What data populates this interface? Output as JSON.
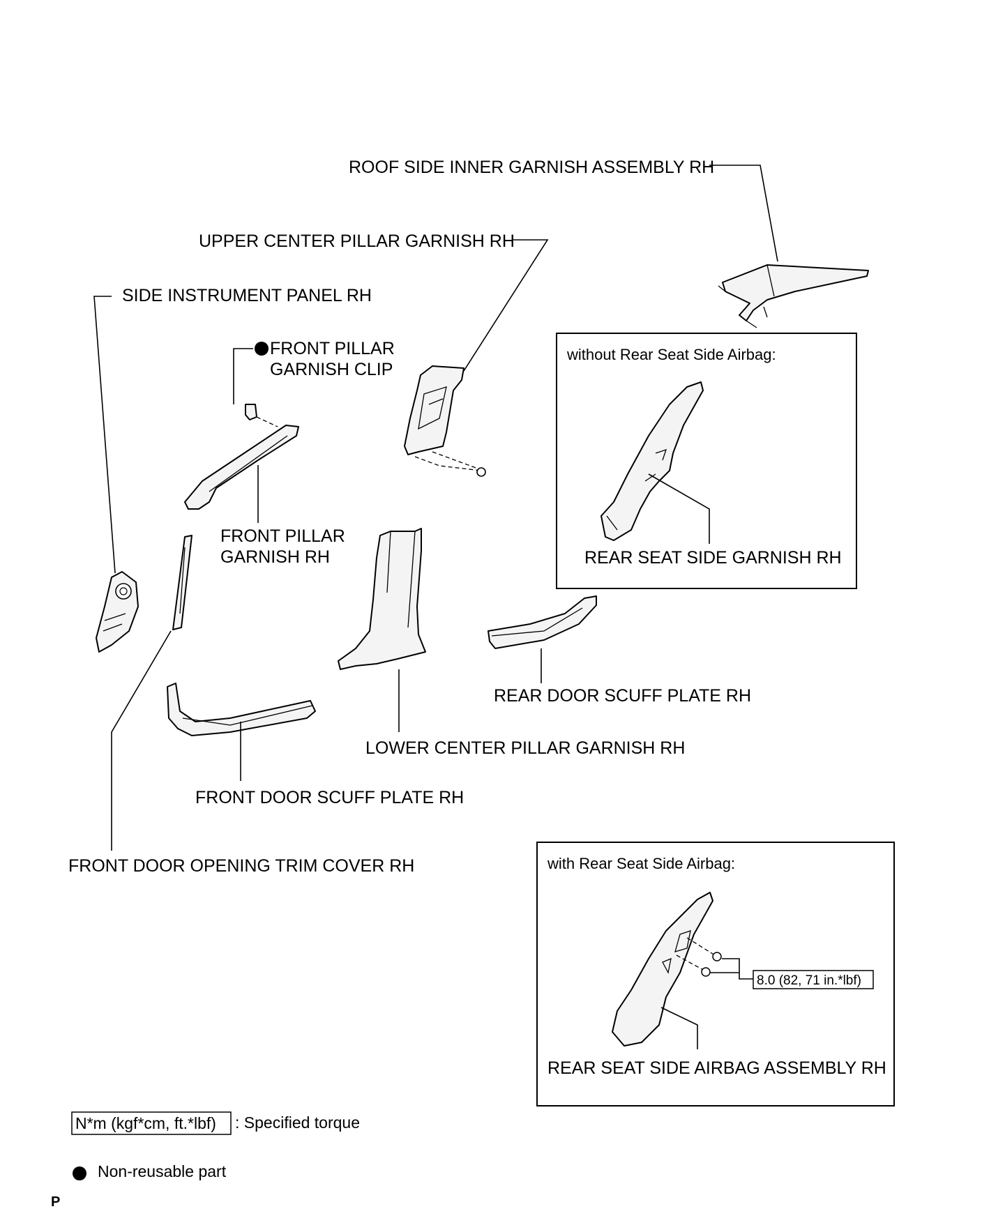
{
  "labels": {
    "roof_side_inner_garnish": "ROOF SIDE INNER GARNISH ASSEMBLY RH",
    "upper_center_pillar_garnish": "UPPER CENTER PILLAR GARNISH RH",
    "side_instrument_panel": "SIDE INSTRUMENT PANEL RH",
    "front_pillar_garnish_clip_line1": "FRONT PILLAR",
    "front_pillar_garnish_clip_line2": "GARNISH CLIP",
    "front_pillar_garnish_line1": "FRONT PILLAR",
    "front_pillar_garnish_line2": "GARNISH RH",
    "rear_seat_side_garnish": "REAR SEAT SIDE GARNISH RH",
    "rear_door_scuff_plate": "REAR DOOR SCUFF PLATE RH",
    "lower_center_pillar_garnish": "LOWER CENTER PILLAR GARNISH RH",
    "front_door_scuff_plate": "FRONT DOOR SCUFF PLATE RH",
    "front_door_opening_trim_cover": "FRONT DOOR OPENING TRIM COVER RH",
    "rear_seat_side_airbag_assembly": "REAR SEAT SIDE AIRBAG ASSEMBLY RH"
  },
  "insets": {
    "without_airbag_title": "without Rear Seat Side Airbag:",
    "with_airbag_title": "with Rear Seat Side Airbag:",
    "torque_value": "8.0 (82, 71 in.*lbf)"
  },
  "legend": {
    "torque_unit_box": "N*m (kgf*cm, ft.*lbf)",
    "torque_text": ": Specified torque",
    "non_reusable_text": "Non-reusable part"
  },
  "footer": {
    "page_mark": "P"
  }
}
